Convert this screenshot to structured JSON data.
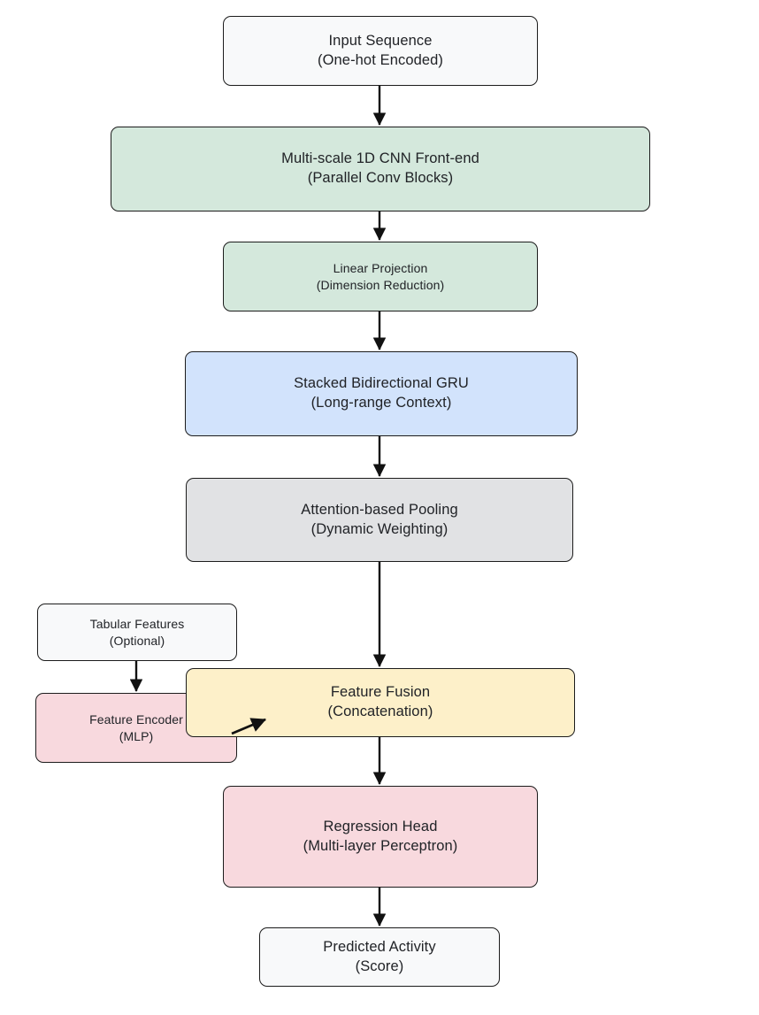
{
  "diagram": {
    "type": "flowchart",
    "background_color": "#ffffff",
    "stroke_color": "#111111",
    "node_fill_colors": {
      "white": "#f8f9fa",
      "green": "#d4e8dc",
      "blue": "#d2e3fc",
      "gray": "#e1e2e4",
      "yellow": "#fdf0c9",
      "pink": "#f8d9de"
    },
    "nodes": [
      {
        "id": "input-sequence",
        "title": "Input Sequence",
        "subtitle": "(One-hot Encoded)",
        "color": "white"
      },
      {
        "id": "cnn-frontend",
        "title": "Multi-scale 1D CNN Front-end",
        "subtitle": "(Parallel Conv Blocks)",
        "color": "green"
      },
      {
        "id": "linear-projection",
        "title": "Linear Projection",
        "subtitle": "(Dimension Reduction)",
        "color": "green"
      },
      {
        "id": "bidirectional-gru",
        "title": "Stacked Bidirectional GRU",
        "subtitle": "(Long-range Context)",
        "color": "blue"
      },
      {
        "id": "attention-pooling",
        "title": "Attention-based Pooling",
        "subtitle": "(Dynamic Weighting)",
        "color": "gray"
      },
      {
        "id": "tabular-features",
        "title": "Tabular Features",
        "subtitle": "(Optional)",
        "color": "white"
      },
      {
        "id": "feature-encoder",
        "title": "Feature Encoder",
        "subtitle": "(MLP)",
        "color": "pink"
      },
      {
        "id": "feature-fusion",
        "title": "Feature Fusion",
        "subtitle": "(Concatenation)",
        "color": "yellow"
      },
      {
        "id": "regression-head",
        "title": "Regression Head",
        "subtitle": "(Multi-layer Perceptron)",
        "color": "pink"
      },
      {
        "id": "predicted-activity",
        "title": "Predicted Activity",
        "subtitle": "(Score)",
        "color": "white"
      }
    ],
    "edges": [
      {
        "from": "input-sequence",
        "to": "cnn-frontend"
      },
      {
        "from": "cnn-frontend",
        "to": "linear-projection"
      },
      {
        "from": "linear-projection",
        "to": "bidirectional-gru"
      },
      {
        "from": "bidirectional-gru",
        "to": "attention-pooling"
      },
      {
        "from": "attention-pooling",
        "to": "feature-fusion"
      },
      {
        "from": "tabular-features",
        "to": "feature-encoder"
      },
      {
        "from": "feature-encoder",
        "to": "feature-fusion"
      },
      {
        "from": "feature-fusion",
        "to": "regression-head"
      },
      {
        "from": "regression-head",
        "to": "predicted-activity"
      }
    ]
  }
}
